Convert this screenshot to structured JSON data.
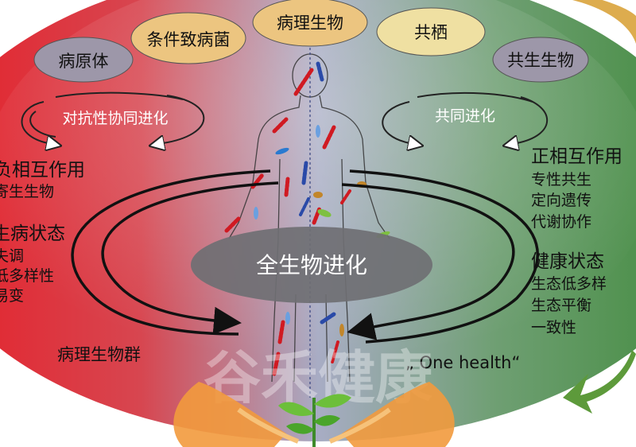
{
  "diagram": {
    "center_label": "全生物进化",
    "top_labels": {
      "pathogen": "病原体",
      "conditional_pathogen": "条件致病菌",
      "pathological_organism": "病理生物",
      "cohabitation": "共栖",
      "symbiont": "共生生物"
    },
    "left": {
      "coevolution": "对抗性协同进化",
      "negative_interaction": "负相互作用",
      "parasite": "寄生生物",
      "disease_state": "生病状态",
      "imbalance": "失调",
      "low_diversity": "低多样性",
      "mutation": "易变",
      "pathological_group": "病理生物群"
    },
    "right": {
      "coevolution": "共同进化",
      "positive_interaction": "正相互作用",
      "specific_symbiosis": "专性共生",
      "directed_inheritance": "定向遗传",
      "metabolic_cooperation": "代谢协作",
      "healthy_state": "健康状态",
      "ecological_diversity": "生态低多样",
      "ecological_balance": "生态平衡",
      "consistency": "一致性"
    },
    "one_health": "„ One health“",
    "watermark": "谷禾健康",
    "colors": {
      "left_red": "#e8202a",
      "middle_grey": "#a7a9c2",
      "right_green": "#3f8a3a",
      "bubble_tan": "#ecc580",
      "bubble_grey": "#9d97a9",
      "bubble_cream": "#efe0a2",
      "center_ellipse": "#6f6f73",
      "orange_arrow": "#d9a33b",
      "green_arrow": "#5d9a3b"
    }
  }
}
